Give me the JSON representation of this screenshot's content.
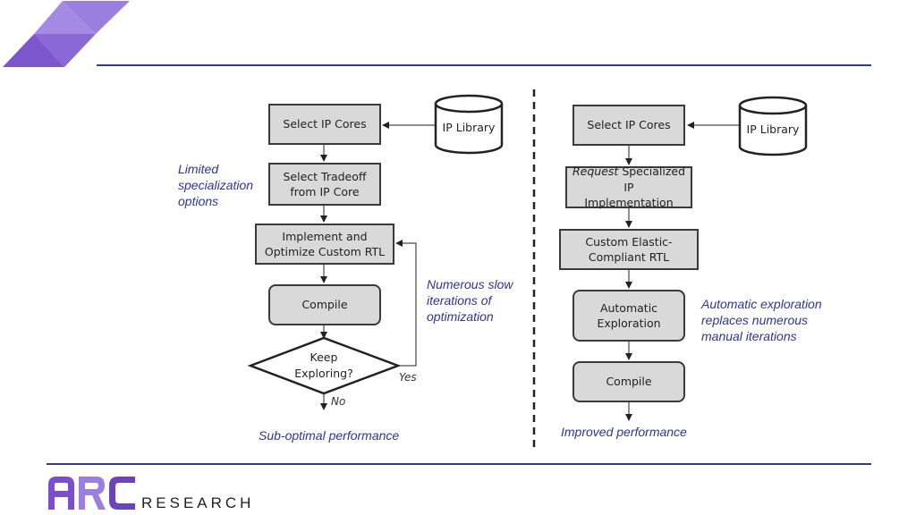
{
  "left_flow": {
    "select_ip_cores": "Select IP Cores",
    "ip_library": "IP Library",
    "select_tradeoff_line1": "Select Tradeoff",
    "select_tradeoff_line2": "from IP Core",
    "implement_line1": "Implement and",
    "implement_line2": "Optimize Custom RTL",
    "compile": "Compile",
    "keep_line1": "Keep",
    "keep_line2": "Exploring?",
    "yes": "Yes",
    "no": "No",
    "note_limited": [
      "Limited",
      "specialization",
      "options"
    ],
    "note_numerous": [
      "Numerous slow",
      "iterations of",
      "optimization"
    ],
    "outcome": "Sub-optimal performance"
  },
  "right_flow": {
    "select_ip_cores": "Select IP Cores",
    "ip_library": "IP Library",
    "request_italic": "Request",
    "request_rest": " Specialized IP",
    "request_line2": "Implementation",
    "custom_line1": "Custom Elastic-",
    "custom_line2": "Compliant RTL",
    "auto_line1": "Automatic",
    "auto_line2": "Exploration",
    "compile": "Compile",
    "note_auto": [
      "Automatic exploration",
      "replaces numerous",
      "manual iterations"
    ],
    "outcome": "Improved performance"
  },
  "logo": {
    "text": "RESEARCH",
    "letters": "ARC"
  },
  "colors": {
    "rule": "#2f3a8f",
    "note": "#2c3596",
    "box_fill": "#d9d9d9",
    "logo_purple": "#7b4fc9"
  }
}
